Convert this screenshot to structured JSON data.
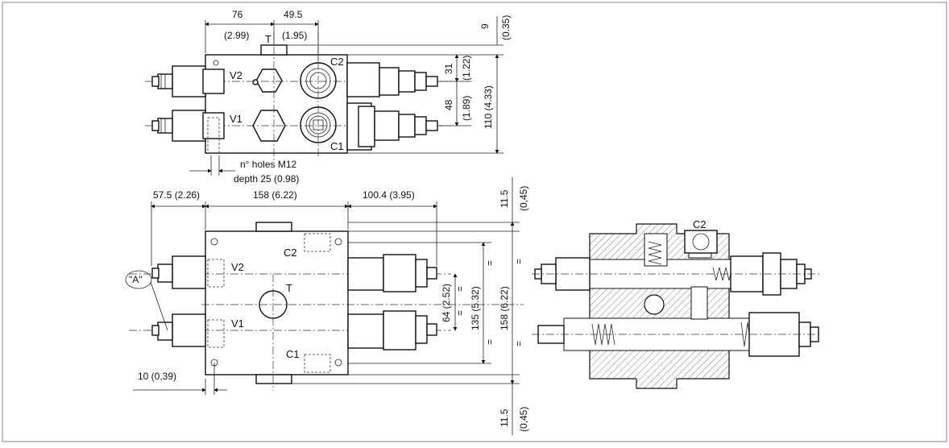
{
  "top_view": {
    "dim_76": "76",
    "dim_299": "(2.99)",
    "dim_495": "49.5",
    "dim_195": "(1.95)",
    "dim_9": "9",
    "dim_035": "(0.35)",
    "dim_31": "31",
    "dim_122": "(1.22)",
    "dim_48": "48",
    "dim_189": "(1.89)",
    "dim_110": "110 (4.33)",
    "port_t": "T",
    "port_c2": "C2",
    "port_c1": "C1",
    "port_v2": "V2",
    "port_v1": "V1",
    "holes_line1": "n° holes M12",
    "holes_line2": "depth 25 (0.98)"
  },
  "front_view": {
    "dim_575": "57.5 (2.26)",
    "dim_158": "158 (6.22)",
    "dim_1004": "100.4 (3.95)",
    "dim_115_top": "11.5",
    "dim_045_top": "(0,45)",
    "dim_115_bot": "11.5",
    "dim_045_bot": "(0,45)",
    "dim_64": "64 (2.52)",
    "dim_135": "135 (5.32)",
    "dim_158v": "158 (6.22)",
    "eq1": "=",
    "eq2": "=",
    "eq3": "=",
    "eq4": "=",
    "eq5": "=",
    "eq6": "=",
    "dim_10": "10 (0,39)",
    "detail_a": "\"A\"",
    "port_c2": "C2",
    "port_c1": "C1",
    "port_v2": "V2",
    "port_v1": "V1",
    "port_t": "T"
  },
  "section_view": {
    "port_c2": "C2"
  }
}
